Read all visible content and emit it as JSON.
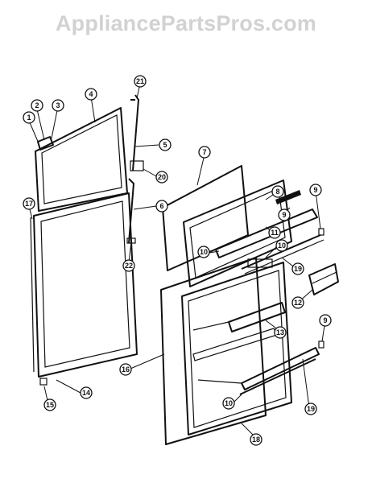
{
  "watermark": "AppliancePartsPros.com",
  "callouts": [
    "1",
    "2",
    "3",
    "4",
    "5",
    "6",
    "7",
    "8",
    "9",
    "9",
    "9",
    "10",
    "10",
    "10",
    "11",
    "12",
    "13",
    "14",
    "15",
    "16",
    "17",
    "18",
    "19",
    "19",
    "20",
    "21",
    "22"
  ]
}
